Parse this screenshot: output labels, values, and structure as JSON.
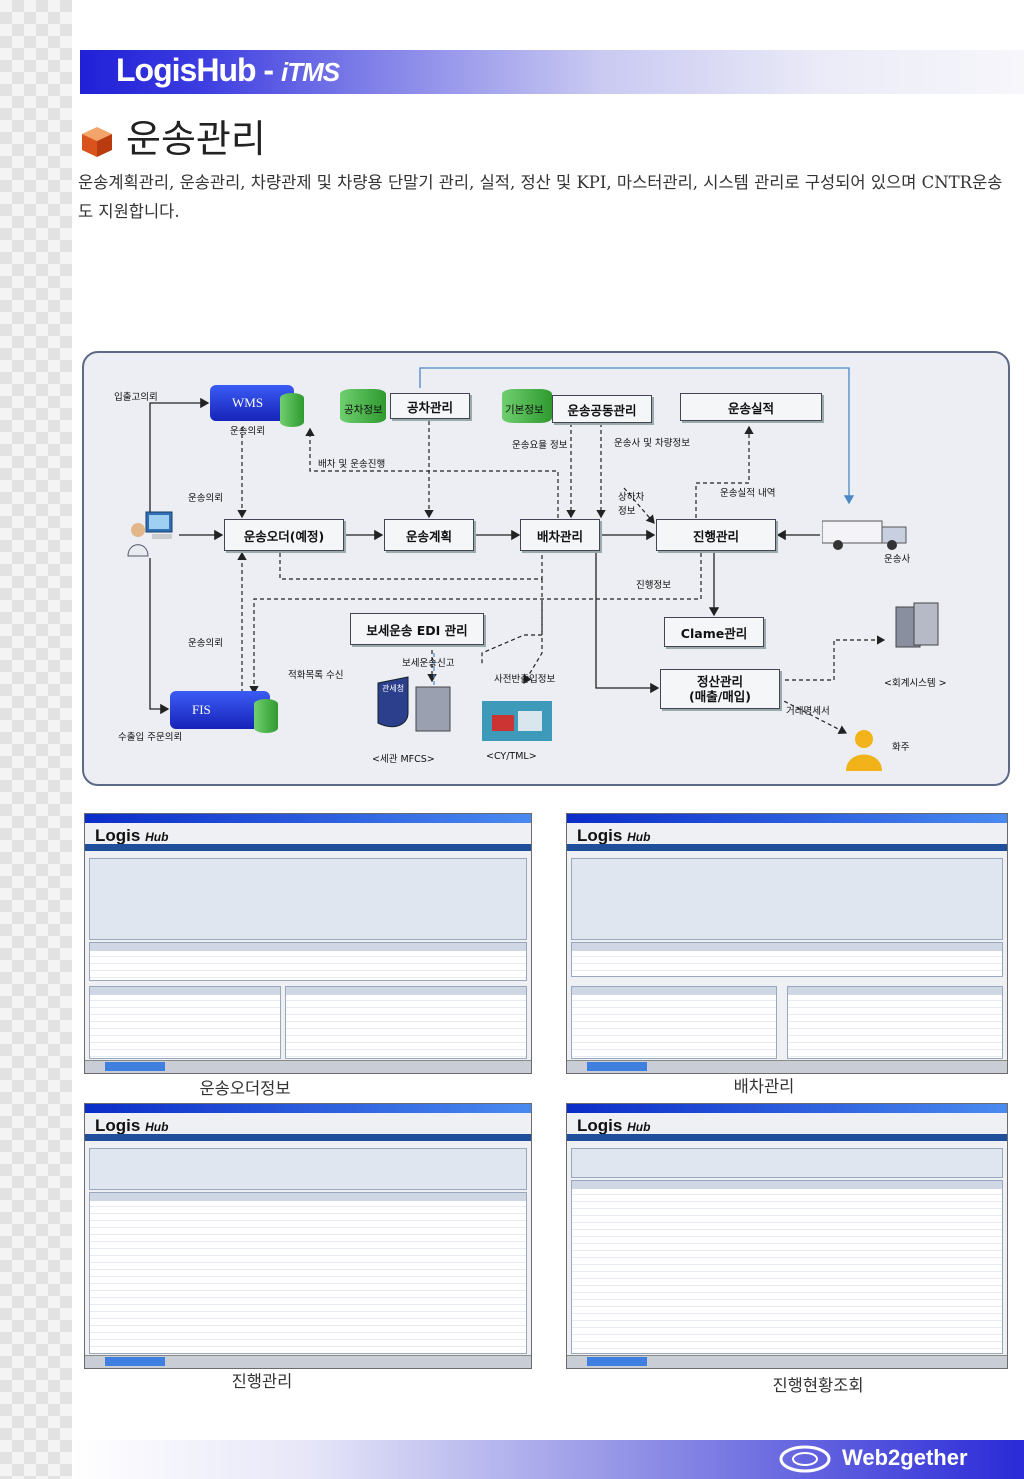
{
  "header": {
    "brand": "LogisHub",
    "brand_sub": "iTMS"
  },
  "page": {
    "title": "운송관리",
    "intro": "운송계획관리, 운송관리, 차량관제 및 차량용 단말기 관리, 실적, 정산 및 KPI,  마스터관리, 시스템 관리로 구성되어 있으며 CNTR운송도 지원합니다."
  },
  "diagram": {
    "nodes": {
      "order": "운송오더(예정)",
      "plan": "운송계획",
      "dispatch": "배차관리",
      "progress": "진행관리",
      "vehicle": "공차관리",
      "common": "운송공동관리",
      "result": "운송실적",
      "bonded_edi": "보세운송 EDI 관리",
      "claim": "Clame관리",
      "settle_line1": "정산관리",
      "settle_line2": "(매출/매입)",
      "wms": "WMS",
      "fis": "FIS"
    },
    "db_labels": {
      "vehicle_info": "공차정보",
      "basic_info": "기본정보"
    },
    "labels": {
      "inbound_request": "입출고의뢰",
      "transport_request_wms": "운송의뢰",
      "transport_request_user": "운송의뢰",
      "transport_request_fis": "운송의뢰",
      "export_import_request": "수출입 주문의뢰",
      "dispatch_progress": "배차 및 운송진행",
      "fare_info": "운송요율 정보",
      "carrier_vehicle_info": "운송사 및 차량정보",
      "loading_info_1": "상하차",
      "loading_info_2": "정보",
      "result_detail": "운송실적 내역",
      "progress_info": "진행정보",
      "carrier": "운송사",
      "manifest_receive": "적화목록 수신",
      "bonded_report": "보세운송신고",
      "pre_inout_info": "사전반출입정보",
      "accounting_system": "<회계시스템 >",
      "transaction_statement": "거래명세서",
      "shipper": "화주",
      "customs": "<세관 MFCS>",
      "cy_tml": "<CY/TML>",
      "customs_badge": "관세청"
    }
  },
  "screenshots": [
    {
      "caption": "운송오더정보"
    },
    {
      "caption": "배차관리"
    },
    {
      "caption": "진행관리"
    },
    {
      "caption": "진행현황조회"
    }
  ],
  "screen_brand": {
    "logo": "Logis",
    "hub": "Hub"
  },
  "footer": {
    "logo": "Web2gether"
  },
  "colors": {
    "accent_blue": "#2020d8",
    "node_border": "#445566",
    "db_green": "#3aa83a"
  }
}
